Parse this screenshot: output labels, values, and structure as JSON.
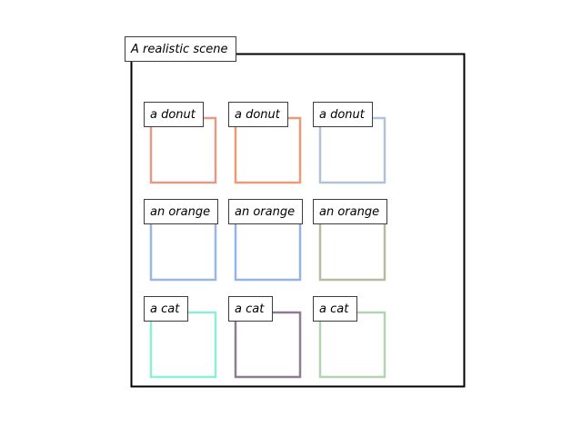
{
  "scene": {
    "title": "A realistic scene",
    "frame_color": "#000000"
  },
  "grid": {
    "rows": [
      {
        "cells": [
          {
            "label": "a donut",
            "color": "#e39a86"
          },
          {
            "label": "a donut",
            "color": "#ec9a78"
          },
          {
            "label": "a donut",
            "color": "#b2c2d8"
          }
        ]
      },
      {
        "cells": [
          {
            "label": "an orange",
            "color": "#9ab6e6"
          },
          {
            "label": "an orange",
            "color": "#97b1ea"
          },
          {
            "label": "an orange",
            "color": "#b5bca0"
          }
        ]
      },
      {
        "cells": [
          {
            "label": "a cat",
            "color": "#8cf0d4"
          },
          {
            "label": "a cat",
            "color": "#8e7c92"
          },
          {
            "label": "a cat",
            "color": "#b3d3b2"
          }
        ]
      }
    ]
  }
}
